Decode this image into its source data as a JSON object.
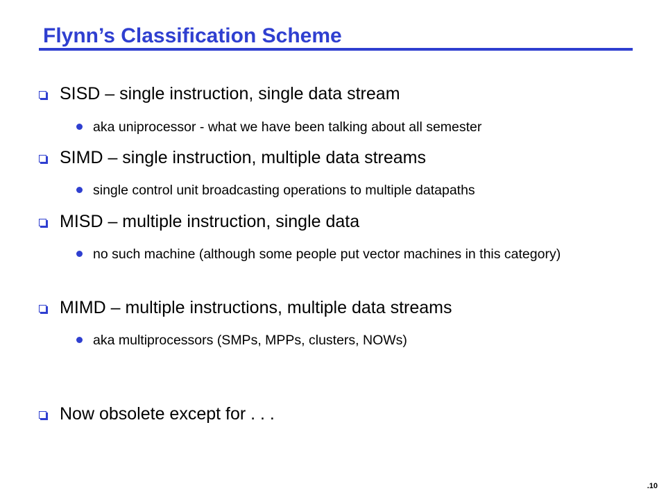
{
  "slide": {
    "title": "Flynn’s Classification Scheme",
    "page_number": ".10",
    "accent_color": "#2f3fd0",
    "bullets": [
      {
        "text": "SISD – single instruction, single data stream",
        "sub": [
          "aka uniprocessor - what we have been talking about all semester"
        ]
      },
      {
        "text": "SIMD – single instruction, multiple data streams",
        "sub": [
          "single control unit broadcasting operations to multiple datapaths"
        ]
      },
      {
        "text": "MISD – multiple instruction, single data",
        "sub": [
          "no such machine (although some people put vector machines in this category)"
        ]
      },
      {
        "text": "MIMD – multiple instructions, multiple data streams",
        "sub": [
          "aka multiprocessors (SMPs, MPPs, clusters, NOWs)"
        ]
      },
      {
        "text": "Now obsolete except for . . .",
        "sub": []
      }
    ]
  }
}
